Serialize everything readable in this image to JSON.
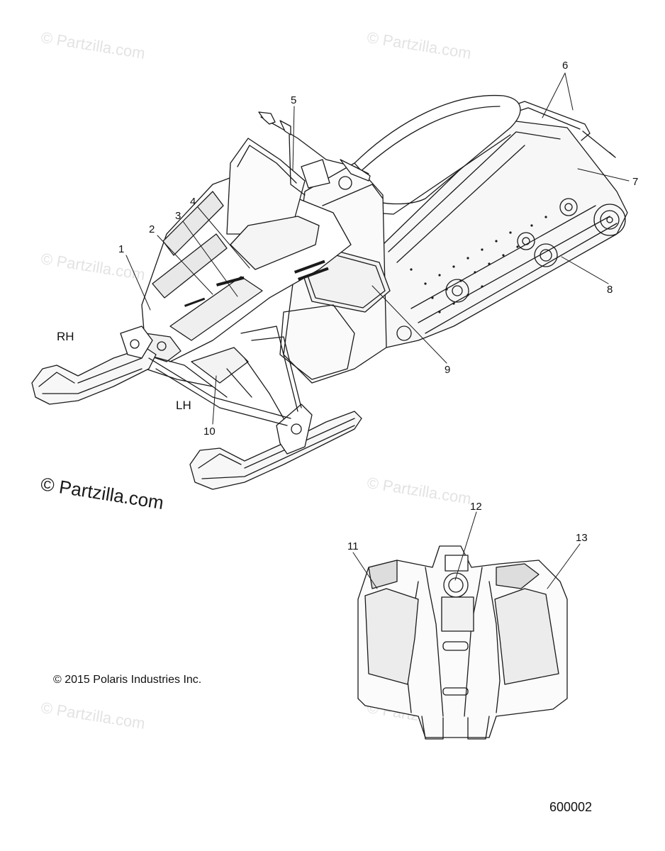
{
  "watermark": {
    "text": "© Partzilla.com"
  },
  "callouts": {
    "c1": "1",
    "c2": "2",
    "c3": "3",
    "c4": "4",
    "c5": "5",
    "c6": "6",
    "c7": "7",
    "c8": "8",
    "c9": "9",
    "c10": "10",
    "c11": "11",
    "c12": "12",
    "c13": "13"
  },
  "sides": {
    "rh": "RH",
    "lh": "LH"
  },
  "copyright": "© 2015 Polaris Industries Inc.",
  "figure_number": "600002",
  "colors": {
    "line": "#1a1a1a",
    "shade": "#ededed",
    "watermark": "#e3e3e3"
  }
}
